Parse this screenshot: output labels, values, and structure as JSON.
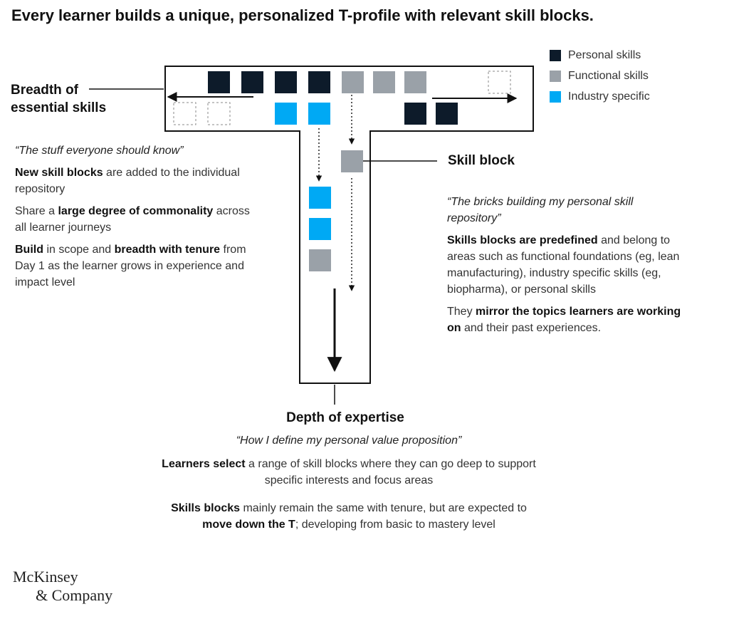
{
  "title": "Every learner builds a unique, personalized T-profile with relevant skill blocks.",
  "colors": {
    "personal": "#0d1b2a",
    "functional": "#9aa1a8",
    "industry": "#00a9f4",
    "outline": "#111111",
    "dashed": "#8a8a8a"
  },
  "legend": [
    {
      "label": "Personal skills",
      "category": "personal"
    },
    {
      "label": "Functional skills",
      "category": "functional"
    },
    {
      "label": "Industry specific",
      "category": "industry"
    }
  ],
  "left_panel": {
    "heading_lines": [
      "Breadth of",
      "essential skills"
    ],
    "quote": "“The stuff everyone should know”",
    "paragraphs": [
      [
        {
          "text": "New skill blocks",
          "bold": true
        },
        {
          "text": " are added to the individual repository"
        }
      ],
      [
        {
          "text": "Share a "
        },
        {
          "text": "large degree of commonality",
          "bold": true
        },
        {
          "text": " across all learner journeys"
        }
      ],
      [
        {
          "text": "Build",
          "bold": true
        },
        {
          "text": " in scope and "
        },
        {
          "text": "breadth with tenure",
          "bold": true
        },
        {
          "text": " from Day 1 as the learner grows in experience and impact level"
        }
      ]
    ]
  },
  "right_panel": {
    "heading": "Skill block",
    "quote": "“The bricks building my personal skill repository”",
    "paragraphs": [
      [
        {
          "text": "Skills blocks are predefined",
          "bold": true
        },
        {
          "text": " and belong to areas such as functional foundations (eg, lean manufacturing), industry specific skills (eg, biopharma), or personal skills"
        }
      ],
      [
        {
          "text": "They "
        },
        {
          "text": "mirror the topics learners are working on",
          "bold": true
        },
        {
          "text": " and their past experiences."
        }
      ]
    ]
  },
  "bottom_panel": {
    "heading": "Depth of expertise",
    "quote": "“How I define my personal value proposition”",
    "paragraphs": [
      [
        {
          "text": "Learners select",
          "bold": true
        },
        {
          "text": " a range of skill blocks where they can go deep to support specific interests and focus areas"
        }
      ],
      [
        {
          "text": "Skills blocks",
          "bold": true
        },
        {
          "text": " mainly remain the same with tenure, but are expected to "
        },
        {
          "text": "move down the T",
          "bold": true
        },
        {
          "text": "; developing from basic to mastery level"
        }
      ]
    ]
  },
  "blocks": {
    "top_row": [
      "personal",
      "personal",
      "personal",
      "personal",
      "functional",
      "functional",
      "functional",
      "empty"
    ],
    "second_row": [
      "empty",
      "empty",
      "none",
      "industry",
      "industry",
      "none",
      "none",
      "personal",
      "personal"
    ],
    "stem_column": [
      "industry",
      "industry",
      "functional"
    ],
    "moving_block": "functional"
  },
  "logo": {
    "line1": "McKinsey",
    "line2": "& Company"
  }
}
